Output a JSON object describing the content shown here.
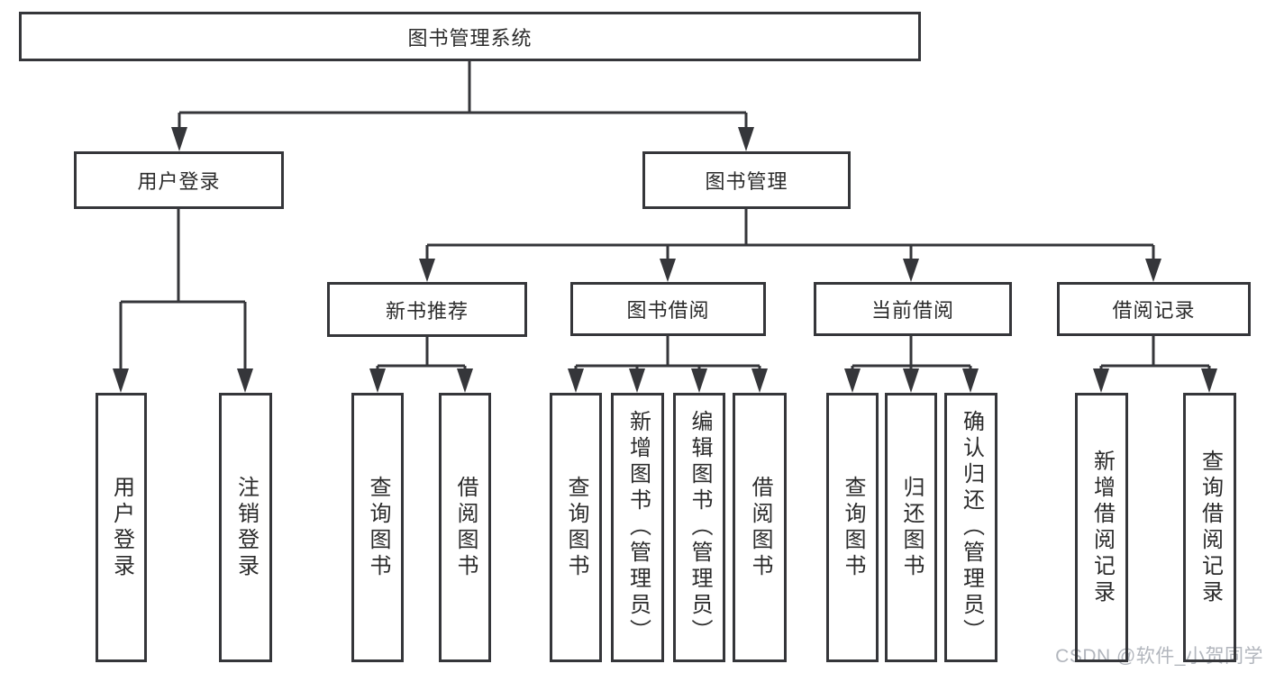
{
  "diagram": {
    "root": {
      "label": "图书管理系统"
    },
    "level2": [
      {
        "label": "用户登录"
      },
      {
        "label": "图书管理"
      }
    ],
    "level3": [
      {
        "label": "新书推荐"
      },
      {
        "label": "图书借阅"
      },
      {
        "label": "当前借阅"
      },
      {
        "label": "借阅记录"
      }
    ],
    "leaves": [
      {
        "label": "用户登录"
      },
      {
        "label": "注销登录"
      },
      {
        "label": "查询图书"
      },
      {
        "label": "借阅图书"
      },
      {
        "label": "查询图书"
      },
      {
        "label": "新增图书（管理员）"
      },
      {
        "label": "编辑图书（管理员）"
      },
      {
        "label": "借阅图书"
      },
      {
        "label": "查询图书"
      },
      {
        "label": "归还图书"
      },
      {
        "label": "确认归还（管理员）"
      },
      {
        "label": "新增借阅记录"
      },
      {
        "label": "查询借阅记录"
      }
    ]
  },
  "watermark": {
    "text": "CSDN @软件_小贺同学"
  },
  "colors": {
    "line": "#35363a",
    "text": "#2b2b2b",
    "watermark": "#b2b6bd",
    "background": "#ffffff"
  }
}
